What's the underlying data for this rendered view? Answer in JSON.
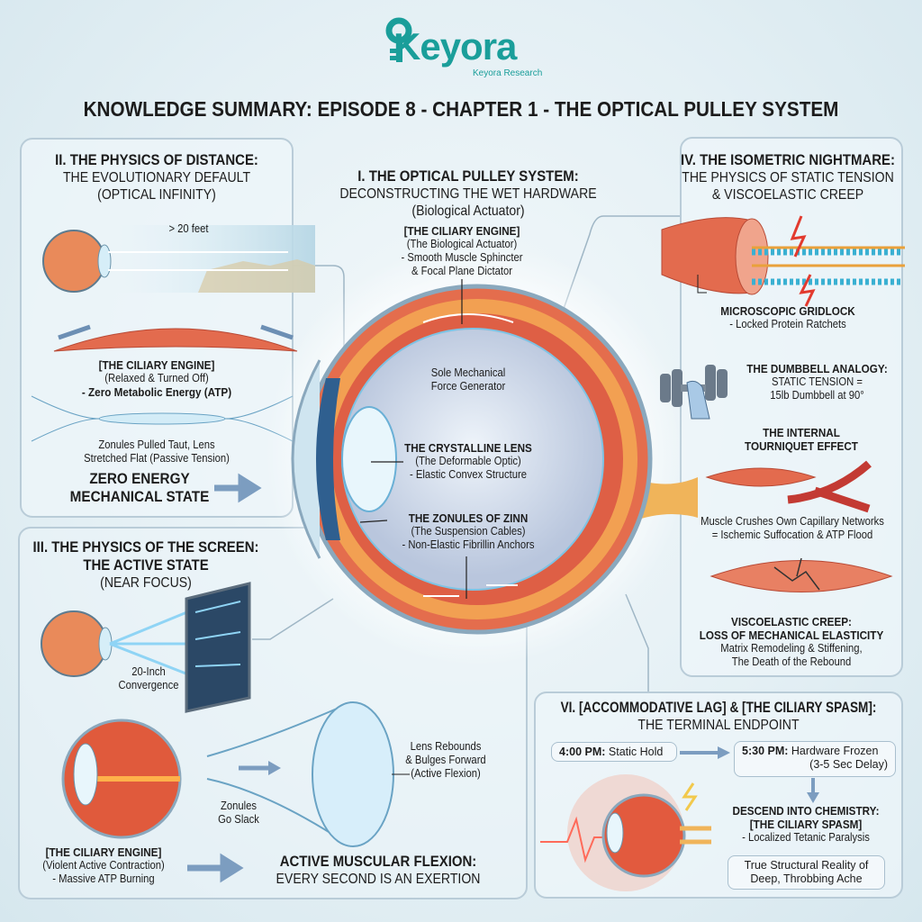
{
  "logo": {
    "brand": "Keyora",
    "tagline": "Keyora Research",
    "color": "#1a9e9a"
  },
  "title": "KNOWLEDGE SUMMARY: EPISODE 8 - CHAPTER 1 - THE OPTICAL PULLEY SYSTEM",
  "center": {
    "heading": "I. THE OPTICAL PULLEY SYSTEM:",
    "subheading": "DECONSTRUCTING THE WET HARDWARE",
    "note": "(Biological Actuator)",
    "ciliary": {
      "title": "[THE CILIARY ENGINE]",
      "line1": "(The Biological Actuator)",
      "line2": "- Smooth Muscle Sphincter",
      "line3": "& Focal Plane Dictator"
    },
    "force": {
      "line1": "Sole Mechanical",
      "line2": "Force Generator"
    },
    "lens": {
      "title": "THE CRYSTALLINE LENS",
      "line1": "(The Deformable Optic)",
      "line2": "- Elastic Convex Structure"
    },
    "zonules": {
      "title": "THE ZONULES OF ZINN",
      "line1": "(The Suspension Cables)",
      "line2": "- Non-Elastic Fibrillin Anchors"
    }
  },
  "distance": {
    "heading": "II. THE PHYSICS OF DISTANCE:",
    "subheading": "THE EVOLUTIONARY DEFAULT",
    "note": "(OPTICAL INFINITY)",
    "range": "> 20 feet",
    "ciliary": {
      "title": "[THE CILIARY ENGINE]",
      "line1": "(Relaxed & Turned Off)",
      "line2": "- Zero Metabolic Energy (ATP)"
    },
    "zonules": {
      "line1": "Zonules Pulled Taut, Lens",
      "line2": "Stretched Flat (Passive Tension)"
    },
    "state": {
      "line1": "ZERO ENERGY",
      "line2": "MECHANICAL STATE"
    }
  },
  "screen": {
    "heading": "III. THE PHYSICS OF THE SCREEN:",
    "subheading": "THE ACTIVE STATE",
    "note": "(NEAR FOCUS)",
    "convergence": {
      "line1": "20-Inch",
      "line2": "Convergence"
    },
    "lens": {
      "line1": "Lens Rebounds",
      "line2": "& Bulges Forward",
      "line3": "(Active Flexion)"
    },
    "zonules": {
      "line1": "Zonules",
      "line2": "Go Slack"
    },
    "ciliary": {
      "title": "[THE CILIARY ENGINE]",
      "line1": "(Violent Active Contraction)",
      "line2": "- Massive ATP Burning"
    },
    "flexion": {
      "line1": "ACTIVE MUSCULAR FLEXION:",
      "line2": "EVERY SECOND IS AN EXERTION"
    }
  },
  "isometric": {
    "heading": "IV. THE ISOMETRIC NIGHTMARE:",
    "subheading1": "THE PHYSICS OF STATIC TENSION",
    "subheading2": "& VISCOELASTIC CREEP",
    "gridlock": {
      "title": "MICROSCOPIC GRIDLOCK",
      "line1": "- Locked Protein Ratchets"
    },
    "dumbbell": {
      "title": "THE DUMBBELL ANALOGY:",
      "line1": "STATIC TENSION =",
      "line2": "15lb Dumbbell at 90°"
    },
    "tourniquet": {
      "title1": "THE INTERNAL",
      "title2": "TOURNIQUET EFFECT",
      "line1": "Muscle Crushes Own Capillary Networks",
      "line2": "= Ischemic Suffocation & ATP Flood"
    },
    "creep": {
      "title1": "VISCOELASTIC CREEP:",
      "title2": "LOSS OF MECHANICAL ELASTICITY",
      "line1": "Matrix Remodeling & Stiffening,",
      "line2": "The Death of the Rebound"
    }
  },
  "terminal": {
    "heading": "VI. [ACCOMMODATIVE LAG] & [THE CILIARY SPASM]:",
    "subheading": "THE TERMINAL ENDPOINT",
    "step1": {
      "time": "4:00 PM:",
      "text": "Static Hold"
    },
    "step2": {
      "time": "5:30 PM:",
      "text": "Hardware Frozen",
      "note": "(3-5 Sec Delay)"
    },
    "chem": {
      "title1": "DESCEND INTO CHEMISTRY:",
      "title2": "[THE CILIARY SPASM]",
      "line1": "- Localized Tetanic Paralysis"
    },
    "ache": {
      "line1": "True Structural Reality of",
      "line2": "Deep, Throbbing Ache"
    }
  }
}
